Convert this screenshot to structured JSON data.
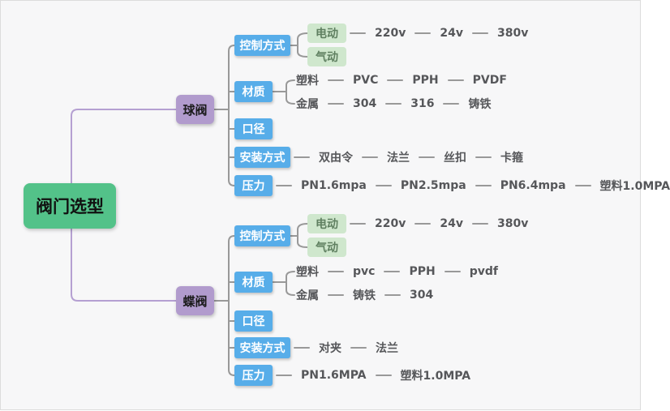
{
  "colors": {
    "background": "#f7f7f8",
    "root_green": "#53c289",
    "branch_purple": "#b19bcd",
    "category_blue": "#57ade9",
    "sub_green_bg": "#cfe7cd",
    "sub_green_text": "#5f7f60",
    "leaf_text": "#56575a",
    "line_gray": "#999999",
    "connector_purple": "#b5a0d2"
  },
  "root": {
    "label": "阀门选型"
  },
  "branches": [
    {
      "label": "球阀",
      "children": [
        {
          "label": "控制方式",
          "children": [
            {
              "label": "电动",
              "children": [
                {
                  "label": "220v"
                },
                {
                  "label": "24v"
                },
                {
                  "label": "380v"
                }
              ]
            },
            {
              "label": "气动"
            }
          ]
        },
        {
          "label": "材质",
          "children": [
            {
              "label": "塑料",
              "children": [
                {
                  "label": "PVC"
                },
                {
                  "label": "PPH"
                },
                {
                  "label": "PVDF"
                }
              ]
            },
            {
              "label": "金属",
              "children": [
                {
                  "label": "304"
                },
                {
                  "label": "316"
                },
                {
                  "label": "铸铁"
                }
              ]
            }
          ]
        },
        {
          "label": "口径"
        },
        {
          "label": "安装方式",
          "children": [
            {
              "label": "双由令"
            },
            {
              "label": "法兰"
            },
            {
              "label": "丝扣"
            },
            {
              "label": "卡箍"
            }
          ]
        },
        {
          "label": "压力",
          "children": [
            {
              "label": "PN1.6mpa"
            },
            {
              "label": "PN2.5mpa"
            },
            {
              "label": "PN6.4mpa"
            },
            {
              "label": "塑料1.0MPA"
            }
          ]
        }
      ]
    },
    {
      "label": "蝶阀",
      "children": [
        {
          "label": "控制方式",
          "children": [
            {
              "label": "电动",
              "children": [
                {
                  "label": "220v"
                },
                {
                  "label": "24v"
                },
                {
                  "label": "380v"
                }
              ]
            },
            {
              "label": "气动"
            }
          ]
        },
        {
          "label": "材质",
          "children": [
            {
              "label": "塑料",
              "children": [
                {
                  "label": "pvc"
                },
                {
                  "label": "PPH"
                },
                {
                  "label": "pvdf"
                }
              ]
            },
            {
              "label": "金属",
              "children": [
                {
                  "label": "铸铁"
                },
                {
                  "label": "304"
                }
              ]
            }
          ]
        },
        {
          "label": "口径"
        },
        {
          "label": "安装方式",
          "children": [
            {
              "label": "对夹"
            },
            {
              "label": "法兰"
            }
          ]
        },
        {
          "label": "压力",
          "children": [
            {
              "label": "PN1.6MPA"
            },
            {
              "label": "塑料1.0MPA"
            }
          ]
        }
      ]
    }
  ]
}
